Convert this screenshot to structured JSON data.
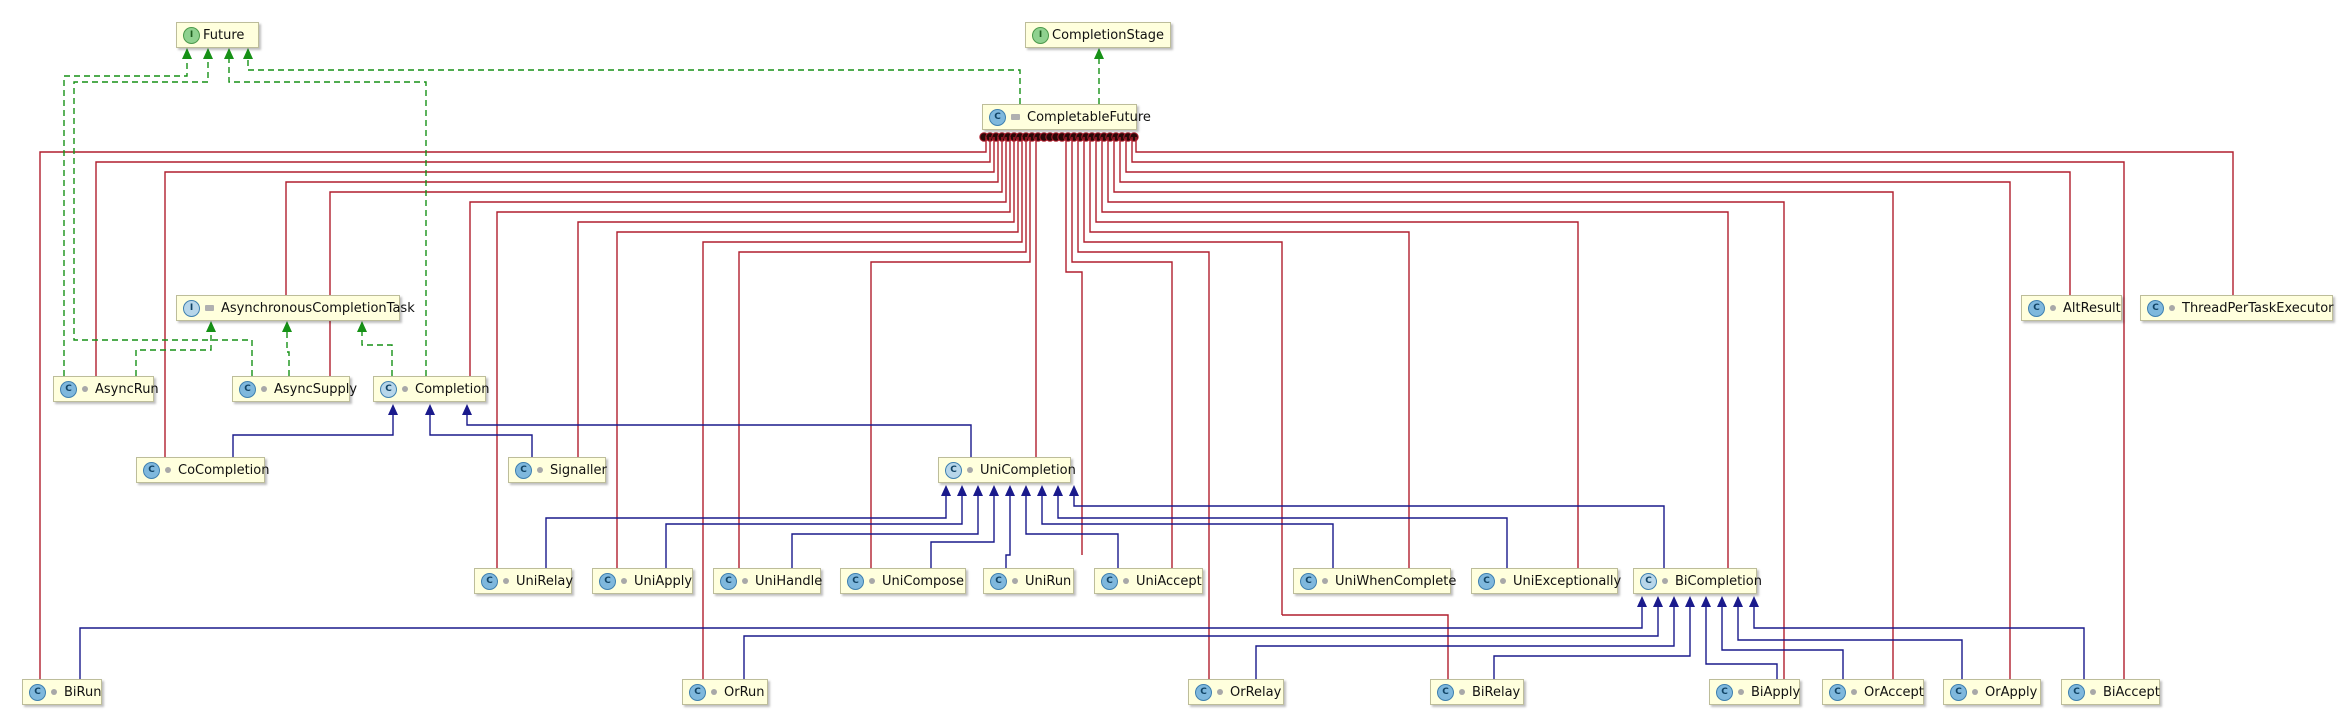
{
  "colors": {
    "implements": "#169116",
    "extends": "#1a1a8c",
    "inner": "#b01e2e",
    "node_bg": "#ffffdd"
  },
  "icon_legend": {
    "interface": "I",
    "class": "C"
  },
  "nodes": {
    "future": {
      "label": "Future",
      "icon": "interface-icon"
    },
    "completionstage": {
      "label": "CompletionStage",
      "icon": "interface-icon"
    },
    "completablefuture": {
      "label": "CompletableFuture",
      "icon": "class-icon"
    },
    "asynccompletiontask": {
      "label": "AsynchronousCompletionTask",
      "icon": "interface-icon"
    },
    "asyncrun": {
      "label": "AsyncRun",
      "icon": "static-class-icon"
    },
    "asyncsupply": {
      "label": "AsyncSupply",
      "icon": "static-class-icon"
    },
    "completion": {
      "label": "Completion",
      "icon": "abstract-class-icon"
    },
    "cocompletion": {
      "label": "CoCompletion",
      "icon": "static-class-icon"
    },
    "signaller": {
      "label": "Signaller",
      "icon": "static-class-icon"
    },
    "unicompletion": {
      "label": "UniCompletion",
      "icon": "abstract-class-icon"
    },
    "unirelay": {
      "label": "UniRelay",
      "icon": "static-class-icon"
    },
    "uniapply": {
      "label": "UniApply",
      "icon": "static-class-icon"
    },
    "unihandle": {
      "label": "UniHandle",
      "icon": "static-class-icon"
    },
    "unicompose": {
      "label": "UniCompose",
      "icon": "static-class-icon"
    },
    "unirun": {
      "label": "UniRun",
      "icon": "static-class-icon"
    },
    "uniaccept": {
      "label": "UniAccept",
      "icon": "static-class-icon"
    },
    "uniwhencomplete": {
      "label": "UniWhenComplete",
      "icon": "static-class-icon"
    },
    "uniexceptionally": {
      "label": "UniExceptionally",
      "icon": "static-class-icon"
    },
    "bicompletion": {
      "label": "BiCompletion",
      "icon": "abstract-class-icon"
    },
    "altresult": {
      "label": "AltResult",
      "icon": "static-class-icon"
    },
    "threadpertaskexecutor": {
      "label": "ThreadPerTaskExecutor",
      "icon": "static-class-icon"
    },
    "birun": {
      "label": "BiRun",
      "icon": "static-class-icon"
    },
    "orrun": {
      "label": "OrRun",
      "icon": "static-class-icon"
    },
    "orrelay": {
      "label": "OrRelay",
      "icon": "static-class-icon"
    },
    "birelay": {
      "label": "BiRelay",
      "icon": "static-class-icon"
    },
    "biapply": {
      "label": "BiApply",
      "icon": "static-class-icon"
    },
    "oraccept": {
      "label": "OrAccept",
      "icon": "static-class-icon"
    },
    "orapply": {
      "label": "OrApply",
      "icon": "static-class-icon"
    },
    "biaccept": {
      "label": "BiAccept",
      "icon": "static-class-icon"
    }
  }
}
